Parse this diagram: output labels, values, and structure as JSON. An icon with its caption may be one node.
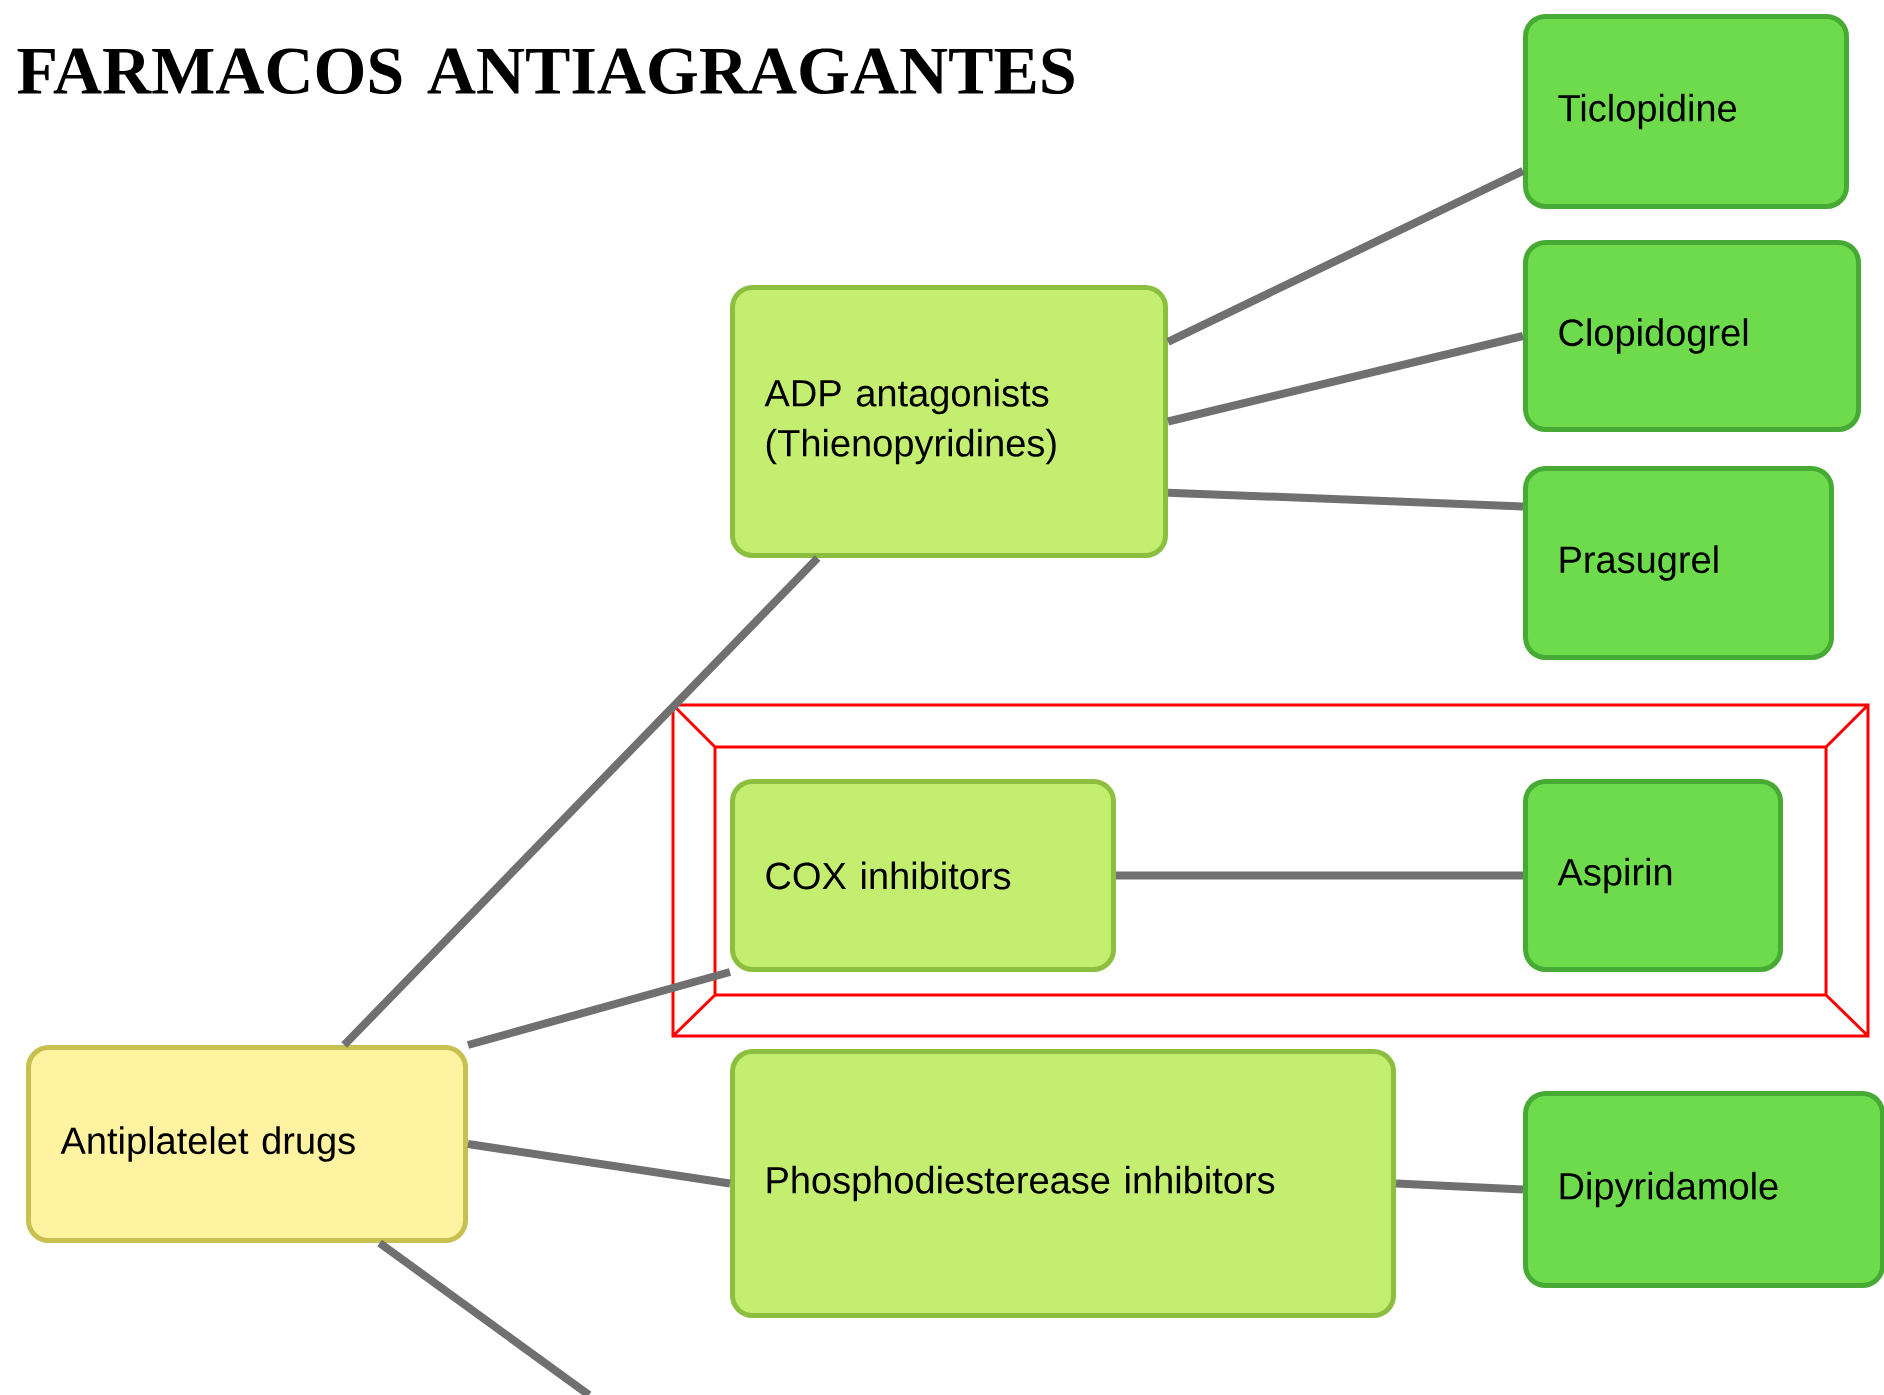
{
  "diagram": {
    "title": "FARMACOS ANTIAGRAGANTES",
    "nodes": [
      {
        "text": [
          "Antiplatelet drugs"
        ]
      },
      {
        "text": [
          "ADP antagonists (Thienopyridines)"
        ]
      },
      {
        "text": [
          "Ticlopidine"
        ]
      },
      {
        "text": [
          "Clopidogrel"
        ]
      },
      {
        "text": [
          "Prasugrel"
        ]
      },
      {
        "text": [
          "COX inhibitors"
        ]
      },
      {
        "text": [
          "Aspirin"
        ]
      },
      {
        "text": [
          "Phosphodiesterease inhibitors"
        ]
      },
      {
        "text": [
          "Dipyridamole"
        ]
      }
    ],
    "edges": [
      {
        "from": 0,
        "to": 1,
        "arrow": "none"
      },
      {
        "from": 1,
        "to": 2,
        "arrow": "none"
      },
      {
        "from": 1,
        "to": 3,
        "arrow": "none"
      },
      {
        "from": 1,
        "to": 4,
        "arrow": "none"
      },
      {
        "from": 0,
        "to": 5,
        "arrow": "none"
      },
      {
        "from": 5,
        "to": 6,
        "arrow": "none"
      },
      {
        "from": 0,
        "to": 7,
        "arrow": "none"
      },
      {
        "from": 7,
        "to": 8,
        "arrow": "none"
      },
      {
        "from": 0,
        "to": null,
        "arrow": "none"
      }
    ]
  }
}
